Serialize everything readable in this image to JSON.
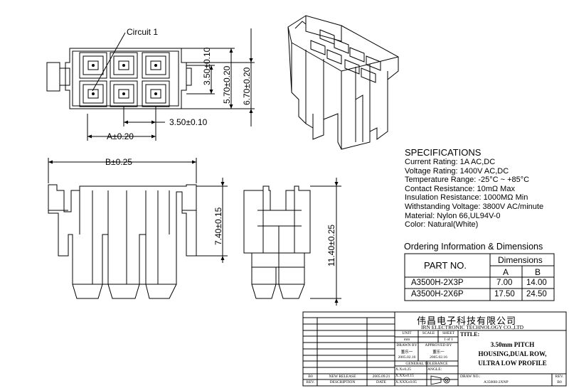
{
  "labels": {
    "circuit_1": "Circuit 1",
    "dim_a": "A±0.20",
    "dim_pitch_h": "3.50±0.10",
    "dim_pitch_v": "3.50±0.10",
    "dim_5_70": "5.70±0.20",
    "dim_6_70": "6.70±0.20",
    "dim_b": "B±0.25",
    "dim_7_40": "7.40±0.15",
    "dim_11_40": "11.40±0.25"
  },
  "specifications": {
    "title": "SPECIFICATIONS",
    "lines": [
      "Current Rating: 1A AC,DC",
      "Voltage Rating: 1400V AC,DC",
      "Temperature Range: -25°C ~ +85°C",
      "Contact Resistance: 10mΩ Max",
      "Insulation Resistance: 1000MΩ Min",
      "Withstanding Voltage: 3800V AC/minute",
      "Material: Nylon 66,UL94V-0",
      "Color: Natural(White)"
    ]
  },
  "ordering": {
    "title": "Ordering Information & Dimensions",
    "part_header": "PART NO.",
    "dim_header": "Dimensions",
    "col_a": "A",
    "col_b": "B",
    "rows": [
      {
        "part": "A3500H-2X3P",
        "a": "7.00",
        "b": "14.00"
      },
      {
        "part": "A3500H-2X6P",
        "a": "17.50",
        "b": "24.50"
      }
    ]
  },
  "title_block": {
    "company_cn": "伟昌电子科技有限公司",
    "company_en": "IRN ELECTRONIC TECHNOLOGY CO.,LTD",
    "unit_label": "UNIT",
    "unit_value": "mm",
    "scale_label": "SCALE",
    "sheet_label": "SHEET",
    "sheet_value": "1 of 1",
    "title_label": "TITLE:",
    "title_lines": [
      "3.50mm PITCH",
      "HOUSING,DUAL ROW,",
      "ULTRA LOW PROFILE"
    ],
    "drawn_label": "DRAWN BY",
    "drawn_name": "董乐一",
    "drawn_date": "2005.02.16",
    "approved_label": "APPROVED BY",
    "approved_name": "董乐一",
    "approved_date": "2005.02.16",
    "tolerance_label": "GENERAL TOLERANCE",
    "tol_x": "X.X±0.25",
    "tol_xx": "X.XX±0.15",
    "tol_xxx": "X.XXX±0.05",
    "angle_label": "ANGLE:",
    "rev_code": "B0",
    "release_label": "NEW RELEASE",
    "release_date": "2005.09.21",
    "rev_label": "REV.",
    "description_label": "DESCRIPTION",
    "date_label": "DATE",
    "drawno_label": "DRAW NO.:",
    "drawno_value": "A3500H-2XNP",
    "rev_box_label": "REV.",
    "rev_box_value": "B0"
  }
}
